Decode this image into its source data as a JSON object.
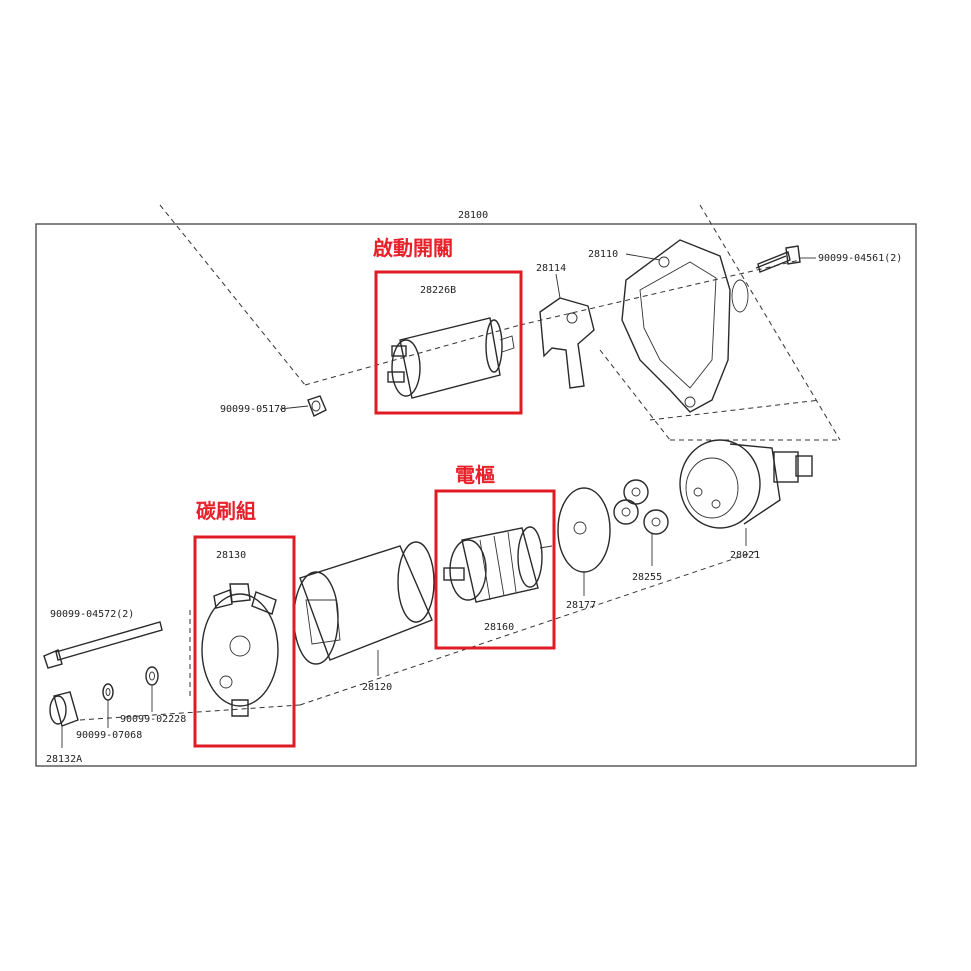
{
  "labels": {
    "assembly": "28100",
    "switch_part": "28226B",
    "lever": "28114",
    "housing": "28110",
    "housing_bolt": "90099-04561(2)",
    "switch_nut": "90099-05178",
    "clutch": "28021",
    "gear": "28255",
    "plate": "28177",
    "armature": "28160",
    "yoke": "28120",
    "brush_holder": "28130",
    "through_bolt": "90099-04572(2)",
    "washer_a": "90099-02228",
    "washer_b": "90099-07068",
    "end_cap": "28132A"
  },
  "annotations": {
    "switch": "啟動開關",
    "armature": "電樞",
    "brush": "碳刷組"
  },
  "colors": {
    "highlight": "#e01b24",
    "line": "#2a2a2a"
  }
}
